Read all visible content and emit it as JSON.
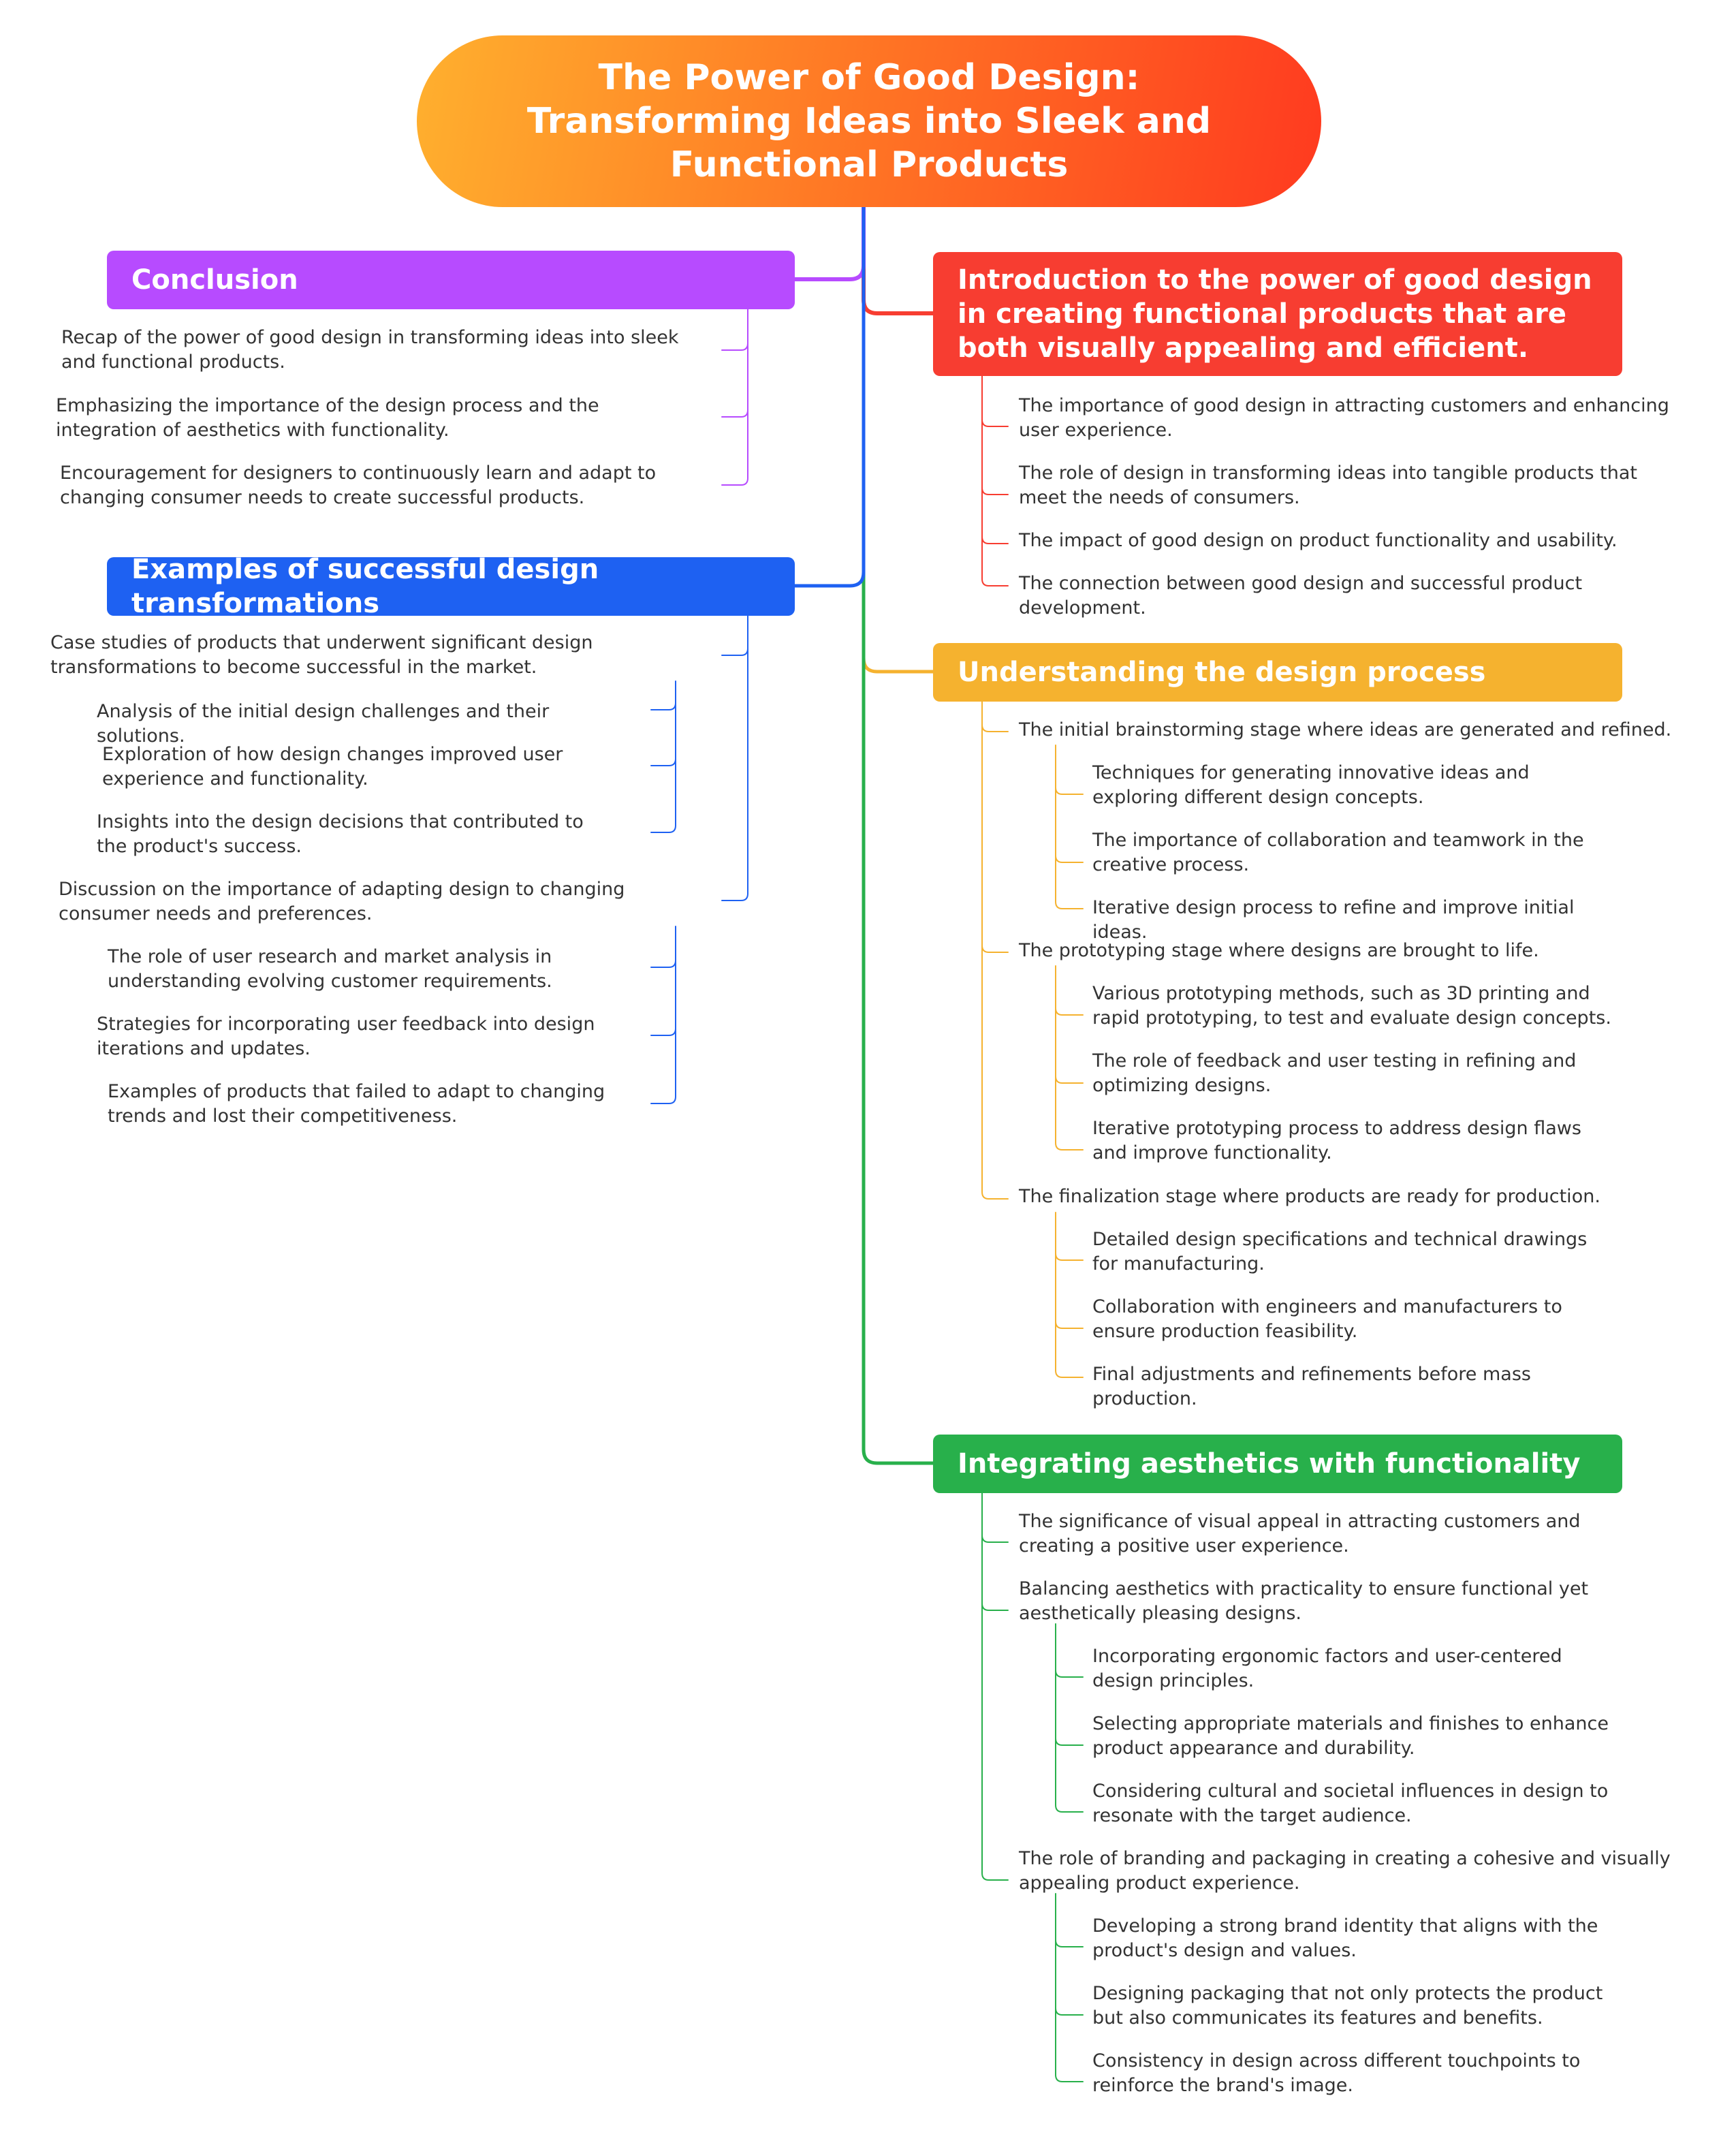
{
  "title": "The Power of Good Design: Transforming Ideas into Sleek and Functional Products",
  "colors": {
    "intro": "#f73d31",
    "process": "#f5b22f",
    "aesthetics": "#28b04b",
    "examples": "#1e61f2",
    "conclusion": "#b74bff",
    "text": "#333333"
  },
  "intro": {
    "title": "Introduction to the power of good design in creating functional products that are both visually appealing and efficient.",
    "items": [
      "The importance of good design in attracting customers and enhancing user experience.",
      "The role of design in transforming ideas into tangible products that meet the needs of consumers.",
      "The impact of good design on product functionality and usability.",
      "The connection between good design and successful product development."
    ]
  },
  "process": {
    "title": "Understanding the design process",
    "stages": [
      {
        "text": "The initial brainstorming stage where ideas are generated and refined.",
        "items": [
          "Techniques for generating innovative ideas and exploring different design concepts.",
          "The importance of collaboration and teamwork in the creative process.",
          "Iterative design process to refine and improve initial ideas."
        ]
      },
      {
        "text": "The prototyping stage where designs are brought to life.",
        "items": [
          "Various prototyping methods, such as 3D printing and rapid prototyping, to test and evaluate design concepts.",
          "The role of feedback and user testing in refining and optimizing designs.",
          "Iterative prototyping process to address design flaws and improve functionality."
        ]
      },
      {
        "text": "The finalization stage where products are ready for production.",
        "items": [
          "Detailed design specifications and technical drawings for manufacturing.",
          "Collaboration with engineers and manufacturers to ensure production feasibility.",
          "Final adjustments and refinements before mass production."
        ]
      }
    ]
  },
  "aesthetics": {
    "title": "Integrating aesthetics with functionality",
    "points": [
      {
        "text": "The significance of visual appeal in attracting customers and creating a positive user experience.",
        "items": []
      },
      {
        "text": "Balancing aesthetics with practicality to ensure functional yet aesthetically pleasing designs.",
        "items": [
          "Incorporating ergonomic factors and user-centered design principles.",
          "Selecting appropriate materials and finishes to enhance product appearance and durability.",
          "Considering cultural and societal influences in design to resonate with the target audience."
        ]
      },
      {
        "text": "The role of branding and packaging in creating a cohesive and visually appealing product experience.",
        "items": [
          "Developing a strong brand identity that aligns with the product's design and values.",
          "Designing packaging that not only protects the product but also communicates its features and benefits.",
          "Consistency in design across different touchpoints to reinforce the brand's image."
        ]
      }
    ]
  },
  "examples": {
    "title": "Examples of successful design transformations",
    "groups": [
      {
        "text": "Case studies of products that underwent significant design transformations to become successful in the market.",
        "items": [
          "Analysis of the initial design challenges and their solutions.",
          "Exploration of how design changes improved user experience and functionality.",
          "Insights into the design decisions that contributed to the product's success."
        ]
      },
      {
        "text": "Discussion on the importance of adapting design to changing consumer needs and preferences.",
        "items": [
          "The role of user research and market analysis in understanding evolving customer requirements.",
          "Strategies for incorporating user feedback into design iterations and updates.",
          "Examples of products that failed to adapt to changing trends and lost their competitiveness."
        ]
      }
    ]
  },
  "conclusion": {
    "title": "Conclusion",
    "items": [
      "Recap of the power of good design in transforming ideas into sleek and functional products.",
      "Emphasizing the importance of the design process and the integration of aesthetics with functionality.",
      "Encouragement for designers to continuously learn and adapt to changing consumer needs to create successful products."
    ]
  }
}
